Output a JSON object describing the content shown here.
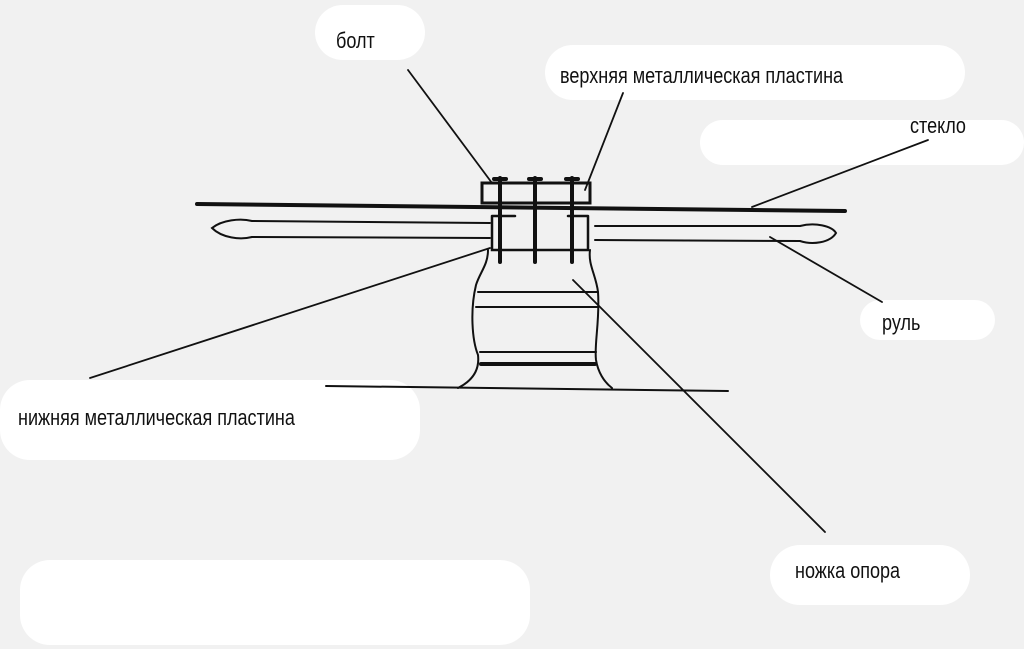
{
  "diagram": {
    "labels": {
      "bolt": "болт",
      "upper_plate": "верхняя металлическая пластина",
      "glass": "стекло",
      "handlebar": "руль",
      "lower_plate": "нижняя металлическая пластина",
      "support_leg": "ножка опора"
    },
    "colors": {
      "ink": "#111111",
      "paper": "#f1f1f1"
    }
  }
}
